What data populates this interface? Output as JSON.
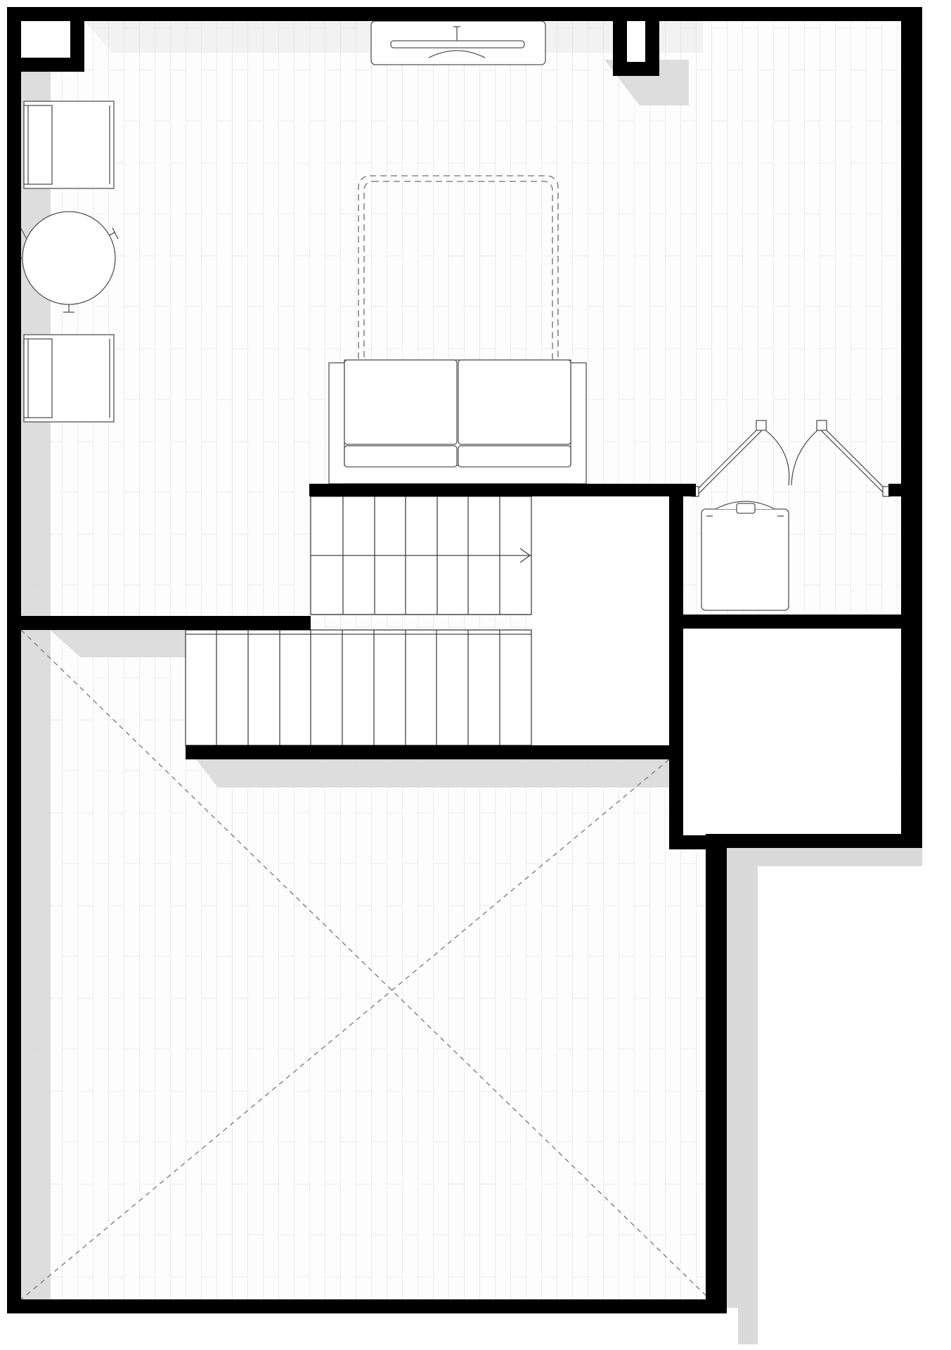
{
  "drawing": {
    "kind": "floor-plan",
    "view": "top-down",
    "labels": [],
    "colors": {
      "wall": "#000000",
      "floor": "#fdfdfd",
      "floor_board_line": "#ececec",
      "shadow": "#dadada",
      "furniture_stroke": "#555555",
      "dashed_outline": "#888888",
      "background": "#ffffff"
    }
  },
  "elements": {
    "walls": "exterior-and-interior-walls",
    "floor": "wood-plank-floor",
    "tv": "tv-icon",
    "armchairs": [
      "armchair-icon",
      "armchair-icon"
    ],
    "side_table": "round-table-icon",
    "sofa": "sofa-icon",
    "rug": "rug-outline",
    "stair": "stair-icon",
    "door": "double-door-icon",
    "water_heater": "water-heater-icon",
    "open_to_below": "open-area-cross"
  }
}
